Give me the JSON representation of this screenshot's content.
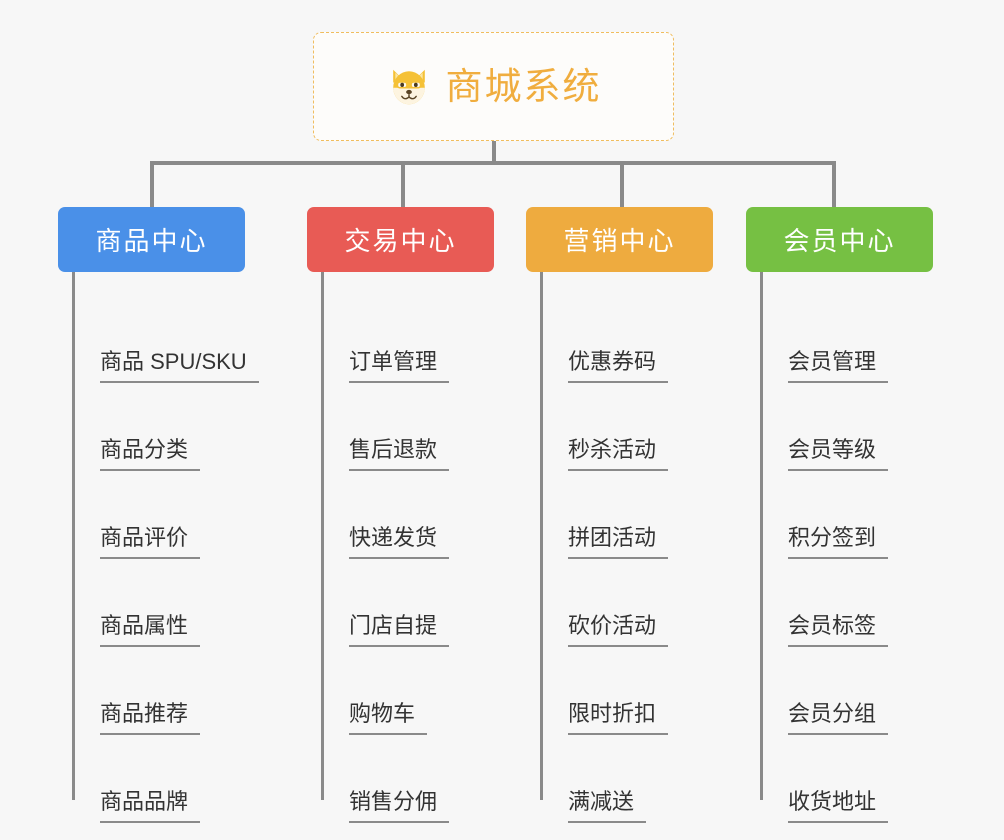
{
  "diagram": {
    "title": "商城系统",
    "background_color": "#f7f7f7",
    "root": {
      "label": "商城系统",
      "icon": "shiba-dog-icon",
      "text_color": "#f0ad3e",
      "border_color": "#f0bd5e"
    },
    "connector_color": "#8a8a8a",
    "columns": [
      {
        "header": "商品中心",
        "color": "#4a90e8",
        "items": [
          "商品 SPU/SKU",
          "商品分类",
          "商品评价",
          "商品属性",
          "商品推荐",
          "商品品牌"
        ]
      },
      {
        "header": "交易中心",
        "color": "#e85b55",
        "items": [
          "订单管理",
          "售后退款",
          "快递发货",
          "门店自提",
          "购物车",
          "销售分佣"
        ]
      },
      {
        "header": "营销中心",
        "color": "#eeab3f",
        "items": [
          "优惠券码",
          "秒杀活动",
          "拼团活动",
          "砍价活动",
          "限时折扣",
          "满减送"
        ]
      },
      {
        "header": "会员中心",
        "color": "#76c043",
        "items": [
          "会员管理",
          "会员等级",
          "积分签到",
          "会员标签",
          "会员分组",
          "收货地址"
        ]
      }
    ]
  }
}
